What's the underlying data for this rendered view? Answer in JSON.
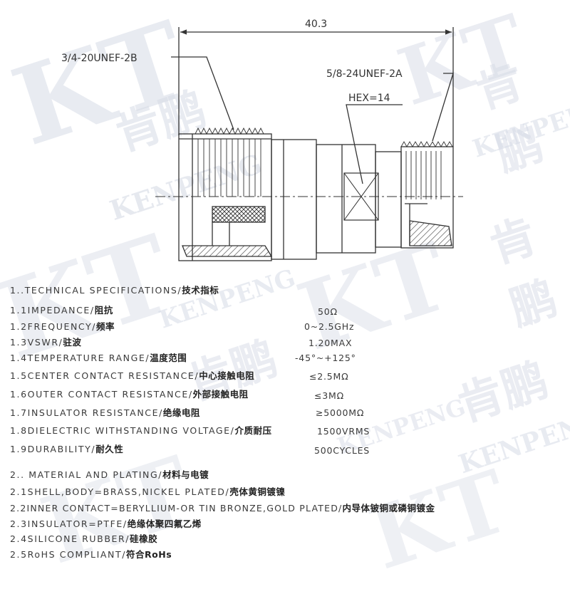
{
  "drawing": {
    "dimension": "40.3",
    "thread_left": "3/4-20UNEF-2B",
    "thread_right": "5/8-24UNEF-2A",
    "hex": "HEX=14"
  },
  "specs": {
    "technical_heading": "1..TECHNICAL SPECIFICATIONS/",
    "technical_heading_zh": "技术指标",
    "technical": [
      {
        "label": "1.1IMPEDANCE/",
        "label_zh": "阻抗",
        "value": "50Ω"
      },
      {
        "label": "1.2FREQUENCY/",
        "label_zh": "频率",
        "value": "0~2.5GHz"
      },
      {
        "label": "1.3VSWR/",
        "label_zh": "驻波",
        "value": "1.20MAX"
      },
      {
        "label": "1.4TEMPERATURE RANGE/",
        "label_zh": "温度范围",
        "value": "-45°~+125°"
      },
      {
        "label": "1.5CENTER CONTACT RESISTANCE/",
        "label_zh": "中心接触电阻",
        "value": "≤2.5MΩ"
      },
      {
        "label": "1.6OUTER CONTACT RESISTANCE/",
        "label_zh": "外部接触电阻",
        "value": "≤3MΩ"
      },
      {
        "label": "1.7INSULATOR RESISTANCE/",
        "label_zh": "绝缘电阻",
        "value": "≥5000MΩ"
      },
      {
        "label": "1.8DIELECTRIC WITHSTANDING VOLTAGE/",
        "label_zh": "介质耐压",
        "value": "1500VRMS"
      },
      {
        "label": "1.9DURABILITY/",
        "label_zh": "耐久性",
        "value": "500CYCLES"
      }
    ],
    "material_heading": "2.. MATERIAL AND PLATING/",
    "material_heading_zh": "材料与电镀",
    "material": [
      {
        "label": "2.1SHELL,BODY=BRASS,NICKEL PLATED/",
        "label_zh": "壳体黄铜镀镍"
      },
      {
        "label": "2.2INNER CONTACT=BERYLLIUM-OR TIN BRONZE,GOLD PLATED/",
        "label_zh": "内导体铍铜或磷铜镀金"
      },
      {
        "label": "2.3INSULATOR=PTFE/",
        "label_zh": "绝缘体聚四氟乙烯"
      },
      {
        "label": "2.4SILICONE RUBBER/",
        "label_zh": "硅橡胶"
      },
      {
        "label": "2.5RoHS COMPLIANT/",
        "label_zh": "符合RoHs"
      }
    ]
  },
  "watermark": {
    "logo": "KT",
    "brand": "KENPENG",
    "brand_zh": "肯鹏"
  },
  "colors": {
    "line": "#333333",
    "watermark": "#d6dbe6"
  }
}
